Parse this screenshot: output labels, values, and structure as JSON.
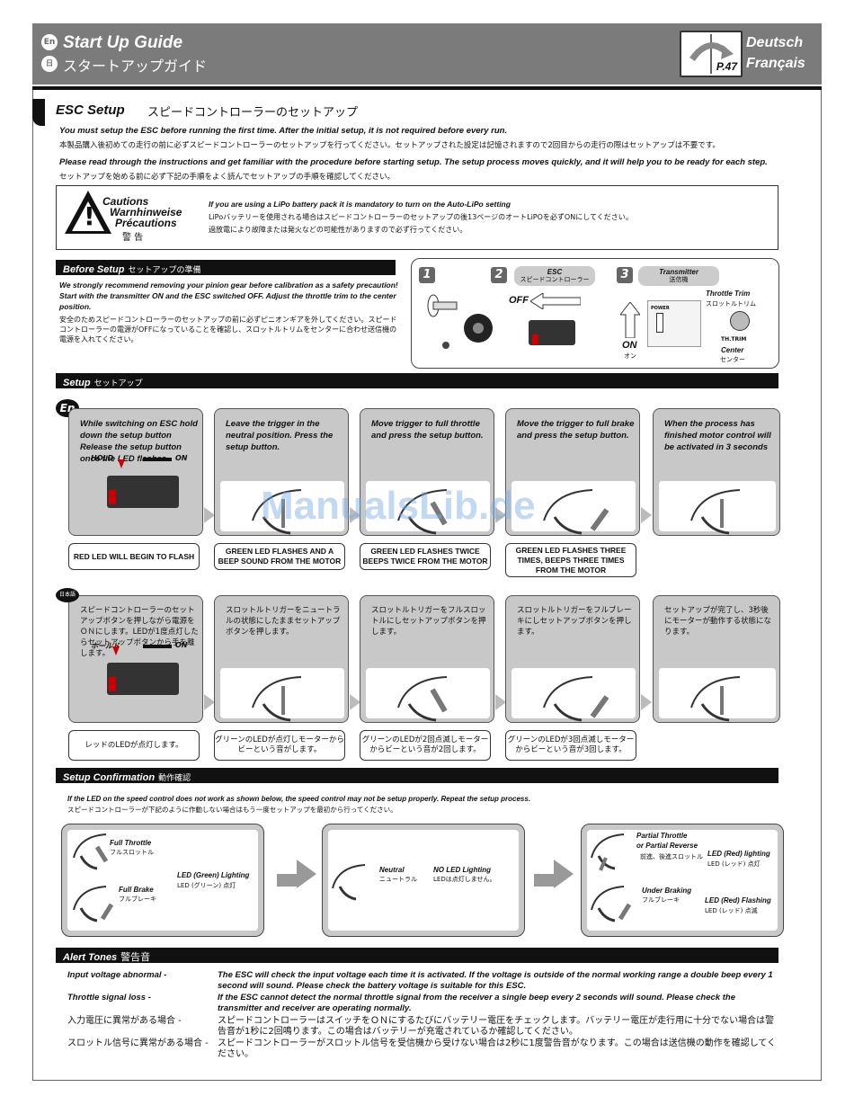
{
  "header": {
    "en_badge": "En",
    "jp_badge": "日",
    "title_en": "Start Up Guide",
    "title_jp": "スタートアップガイド",
    "page_ref": "P.47",
    "lang1": "Deutsch",
    "lang2": "Français"
  },
  "esc_setup": {
    "title_en": "ESC Setup",
    "title_jp": "スピードコントローラーのセットアップ",
    "p1_en": "You must setup the ESC before running the first time.  After the initial setup, it is not required before every run.",
    "p1_jp": "本製品購入後初めての走行の前に必ずスピードコントローラーのセットアップを行ってください。セットアップされた設定は記憶されますので2回目からの走行の際はセットアップは不要です。",
    "p2_en": "Please read through the instructions and get familiar with the procedure before starting setup.  The setup process moves quickly, and it will help you to be ready for each step.",
    "p2_jp": "セットアップを始める前に必ず下記の手順をよく読んでセットアップの手順を確認してください。"
  },
  "caution": {
    "l1": "Cautions",
    "l2": "Warnhinweise",
    "l3": "Précautions",
    "l4": "警 告",
    "text_en": "If you are using a LiPo battery pack it is mandatory to turn on the Auto-LiPo setting",
    "text_jp1": "LiPoバッテリーを使用される場合はスピードコントローラーのセットアップの後13ページのオートLiPOを必ずONにしてください。",
    "text_jp2": "過放電により故障または発火などの可能性がありますので必ず行ってください。"
  },
  "before_setup": {
    "title_en": "Before Setup",
    "title_jp": "セットアップの準備",
    "text_en": "We strongly recommend removing your pinion gear before calibration as a safety precaution! Start with the transmitter ON and the ESC switched OFF. Adjust the throttle trim to the center position.",
    "text_jp": "安全のためスピードコントローラーのセットアップの前に必ずピニオンギアを外してください。スピードコントローラーの電源がOFFになっていることを確認し、スロットルトリムをセンターに合わせ送信機の電源を入れてください。",
    "n1": "1",
    "n2": "2",
    "n3": "3",
    "esc_en": "ESC",
    "esc_jp": "スピードコントローラー",
    "tx_en": "Transmitter",
    "tx_jp": "送信機",
    "off": "OFF",
    "on_en": "ON",
    "on_jp": "オン",
    "power": "POWER",
    "trim_en": "Throttle Trim",
    "trim_jp": "スロットルトリム",
    "th_trim": "TH.TRIM",
    "center_en": "Center",
    "center_jp": "センター"
  },
  "setup": {
    "title_en": "Setup",
    "title_jp": "セットアップ",
    "en_tag": "En",
    "jp_tag": "日本語",
    "hold": "HOLD",
    "on": "ON",
    "hold_jp": "ホールド",
    "steps_en": [
      "While switching on ESC hold down the setup button Release the setup button once the LED flashes",
      "Leave the trigger in the neutral position. Press the setup button.",
      "Move trigger to full throttle and press the setup button.",
      "Move the trigger to full brake and press the setup button.",
      "When the process has finished motor control will be activated in 3 seconds"
    ],
    "captions_en": [
      "RED LED WILL BEGIN TO FLASH",
      "GREEN LED FLASHES AND A BEEP SOUND FROM THE MOTOR",
      "GREEN LED FLASHES TWICE BEEPS TWICE FROM THE MOTOR",
      "GREEN LED FLASHES THREE TIMES, BEEPS THREE TIMES FROM THE MOTOR"
    ],
    "steps_jp": [
      "スピードコントローラーのセットアップボタンを押しながら電源をＯＮにします。LEDが1度点灯したらセットアップボタンから手を離します。",
      "スロットルトリガーをニュートラルの状態にしたままセットアップボタンを押します。",
      "スロットルトリガーをフルスロットルにしセットアップボタンを押します。",
      "スロットルトリガーをフルブレーキにしセットアップボタンを押します。",
      "セットアップが完了し、3秒後にモーターが動作する状態になります。"
    ],
    "captions_jp": [
      "レッドのLEDが点灯します。",
      "グリーンのLEDが点灯しモーターからビーという音がします。",
      "グリーンのLEDが2回点滅しモーターからビーという音が2回します。",
      "グリーンのLEDが3回点滅しモーターからビーという音が3回します。"
    ]
  },
  "confirmation": {
    "title_en": "Setup Confirmation",
    "title_jp": "動作確認",
    "intro_en": "If the LED on the speed control does not work as shown below, the speed control may not be setup properly. Repeat the setup process.",
    "intro_jp": "スピードコントローラーが下記のように作動しない場合はもう一度セットアップを最初から行ってください。",
    "full_throttle_en": "Full Throttle",
    "full_throttle_jp": "フルスロットル",
    "full_brake_en": "Full Brake",
    "full_brake_jp": "フルブレーキ",
    "green_en": "LED (Green) Lighting",
    "green_jp": "LED (グリーン) 点灯",
    "neutral_en": "Neutral",
    "neutral_jp": "ニュートラル",
    "noled_en": "NO LED Lighting",
    "noled_jp": "LEDは点灯しません。",
    "partial_en1": "Partial Throttle",
    "partial_en2": "or Partial Reverse",
    "partial_jp": "前進、後進スロットル",
    "red_light_en": "LED (Red) lighting",
    "red_light_jp": "LED (レッド) 点灯",
    "under_brake_en": "Under Braking",
    "under_brake_jp": "フルブレーキ",
    "red_flash_en": "LED (Red) Flashing",
    "red_flash_jp": "LED (レッド) 点滅"
  },
  "alert": {
    "title_en": "Alert Tones",
    "title_jp": "警告音",
    "k1": "Input voltage abnormal -",
    "v1": "The ESC will check the input voltage each time it is activated. If the voltage is outside of the normal working range a double beep every 1 second will sound. Please check the battery voltage is suitable for this ESC.",
    "k2": "Throttle signal loss -",
    "v2": "If the ESC cannot detect  the normal throttle signal from the receiver a single beep every 2 seconds will sound. Please check the transmitter and receiver are operating normally.",
    "k3": "入力電圧に異常がある場合 -",
    "v3": "スピードコントローラーはスイッチをＯＮにするたびにバッテリー電圧をチェックします。バッテリー電圧が走行用に十分でない場合は警告音が1秒に2回鳴ります。この場合はバッテリーが充電されているか確認してください。",
    "k4": "スロットル信号に異常がある場合 -",
    "v4": "スピードコントローラーがスロットル信号を受信機から受けない場合は2秒に1度警告音がなります。この場合は送信機の動作を確認してください。"
  },
  "watermark": "ManualsLib.de"
}
